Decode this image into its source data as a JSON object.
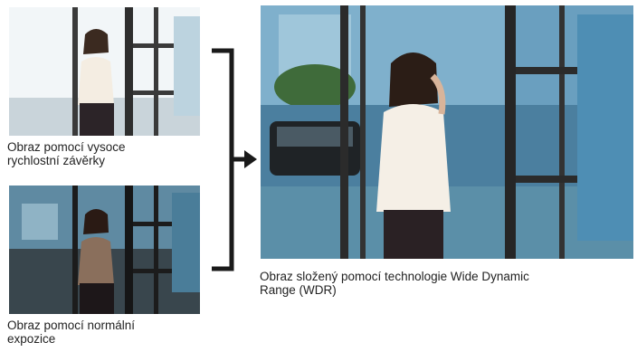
{
  "captions": {
    "top_left_line1": "Obraz pomocí vysoce",
    "top_left_line2": "rychlostní závěrky",
    "bottom_left_line1": "Obraz pomocí normální",
    "bottom_left_line2": "expozice",
    "right_line1": "Obraz složený pomocí technologie Wide Dynamic",
    "right_line2": "Range (WDR)"
  },
  "colors": {
    "connector": "#1a1a1a",
    "window_frame_dark": "#2b2b2b",
    "wdr_sky": "#4f8fb4",
    "overexposed_sky": "#eef3f5",
    "dark_interior": "#2a2c2e"
  }
}
